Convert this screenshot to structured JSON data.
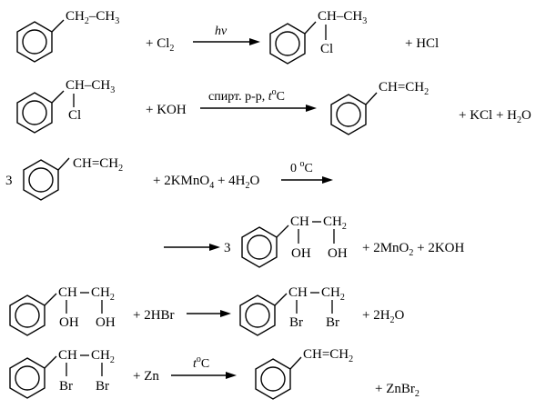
{
  "diagram": {
    "type": "reaction-scheme",
    "reactions": [
      {
        "reactant_substituent": {
          "part1": "CH",
          "sub1": "2",
          "part2": "–CH",
          "sub2": "3"
        },
        "reagent": {
          "prefix": "+ Cl",
          "sub": "2"
        },
        "arrow_condition": "hv",
        "product_substituent": {
          "text": "CH–CH",
          "sub": "3",
          "branch": "Cl"
        },
        "byproducts": "+ HCl"
      },
      {
        "reactant_substituent": {
          "text": "CH–CH",
          "sub": "3",
          "branch": "Cl"
        },
        "reagent": "+ KOH",
        "arrow_condition": {
          "prefix": "спирт. р-р, ",
          "ital": "t",
          "sup": "o",
          "suffix": "C"
        },
        "product_substituent": {
          "text": "CH=CH",
          "sub": "2"
        },
        "byproducts": {
          "text": "+ KCl + H",
          "sub": "2",
          "tail": "O"
        }
      },
      {
        "coefficient": "3",
        "reactant_substituent": {
          "text": "CH=CH",
          "sub": "2"
        },
        "reagent": {
          "a": "+ 2KMnO",
          "sub1": "4",
          "b": " + 4H",
          "sub2": "2",
          "c": "O"
        },
        "arrow_condition": {
          "prefix": "0 ",
          "sup": "o",
          "suffix": "C"
        },
        "continuation": {
          "coefficient": "3",
          "product_substituent": {
            "ch": "CH",
            "ch2": "CH",
            "sub": "2",
            "oh1": "OH",
            "oh2": "OH"
          },
          "byproducts": {
            "a": "+ 2MnO",
            "sub": "2",
            "b": " + 2KOH"
          }
        }
      },
      {
        "reactant_substituent": {
          "ch": "CH",
          "ch2": "CH",
          "sub": "2",
          "g1": "OH",
          "g2": "OH"
        },
        "reagent": "+ 2HBr",
        "product_substituent": {
          "ch": "CH",
          "ch2": "CH",
          "sub": "2",
          "g1": "Br",
          "g2": "Br"
        },
        "byproducts": {
          "a": "+ 2H",
          "sub": "2",
          "b": "O"
        }
      },
      {
        "reactant_substituent": {
          "ch": "CH",
          "ch2": "CH",
          "sub": "2",
          "g1": "Br",
          "g2": "Br"
        },
        "reagent": "+ Zn",
        "arrow_condition": {
          "ital": "t",
          "sup": "o",
          "suffix": "C"
        },
        "product_substituent": {
          "text": "CH=CH",
          "sub": "2"
        },
        "byproducts": {
          "a": "+ ZnBr",
          "sub": "2"
        }
      }
    ]
  }
}
